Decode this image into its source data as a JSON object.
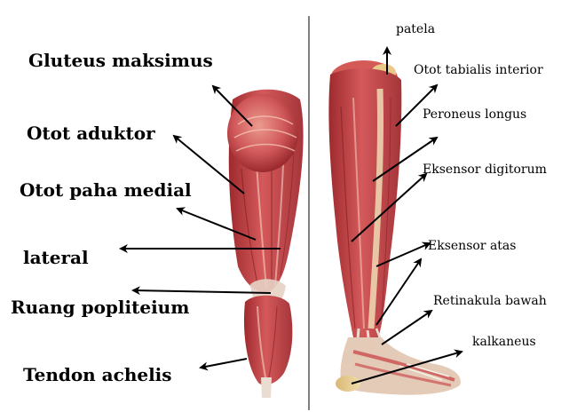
{
  "left_panel": {
    "labels": [
      "Gluteus maksimus",
      "Otot aduktor",
      "Otot paha medial",
      "lateral",
      "Ruang popliteium",
      "Tendon achelis"
    ]
  },
  "right_panel": {
    "labels": [
      "patela",
      "Otot tabialis interior",
      "Peroneus longus",
      "Eksensor digitorum",
      "Eksensor atas",
      "Retinakula bawah",
      "kalkaneus"
    ]
  },
  "colors": {
    "muscle": "#c8474a",
    "muscle_dark": "#8e2428",
    "muscle_light": "#e48f86",
    "tendon": "#e8ddd0",
    "bone": "#e9c98a",
    "arrow": "#000000",
    "divider": "#555555"
  }
}
